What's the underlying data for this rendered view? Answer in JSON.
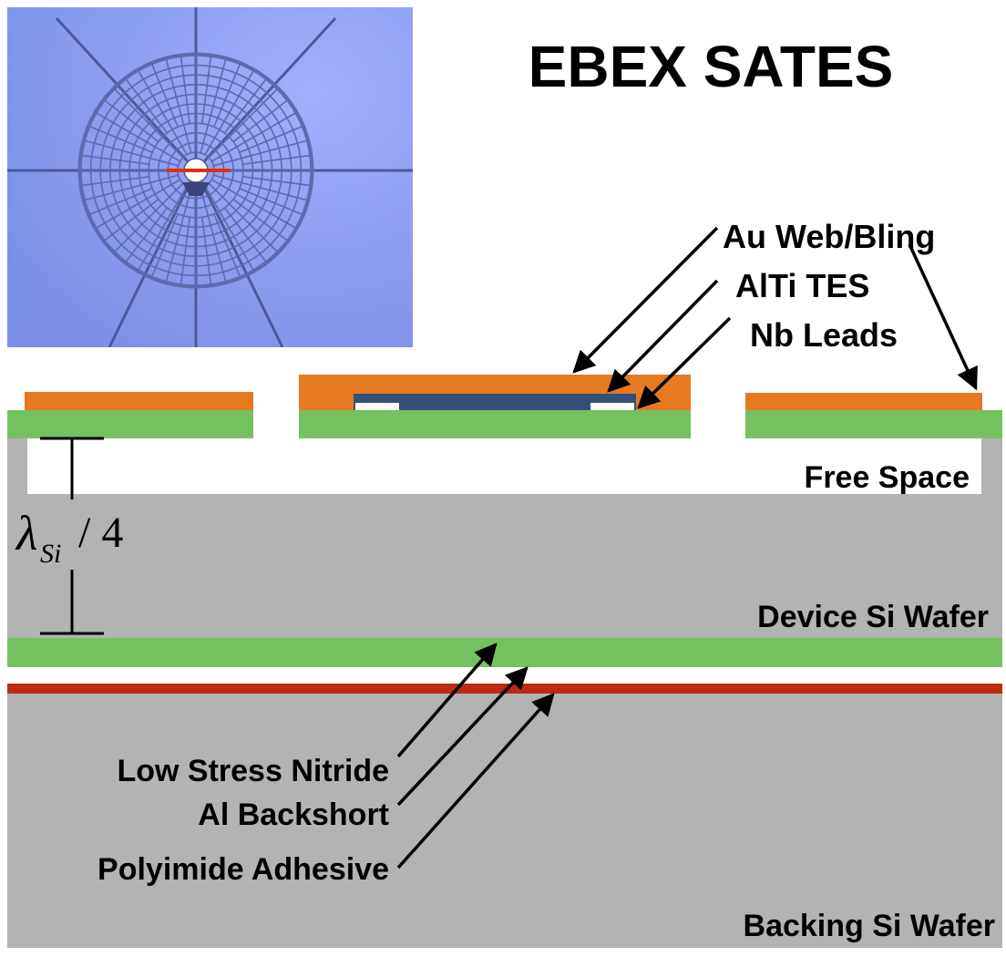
{
  "title": "EBEX SATES",
  "labels": {
    "au_web": "Au Web/Bling",
    "alti_tes": "AlTi TES",
    "nb_leads": "Nb Leads",
    "free_space": "Free Space",
    "device_wafer": "Device Si Wafer",
    "nitride": "Low Stress Nitride",
    "backshort": "Al Backshort",
    "adhesive": "Polyimide Adhesive",
    "backing_wafer": "Backing Si Wafer"
  },
  "spacing": {
    "lambda": "λ",
    "subscript": "Si",
    "fraction": "/ 4"
  },
  "colors": {
    "gold": "#e67a20",
    "nitride": "#74c160",
    "silicon": "#b3b3b3",
    "tes": "#34507a",
    "backshort": "#bb2d10",
    "photo_bg": "#8f9ff2",
    "photo_line": "#4a5a9a"
  },
  "photo": {
    "description_icon": "spiderweb-bolometer-photo"
  }
}
